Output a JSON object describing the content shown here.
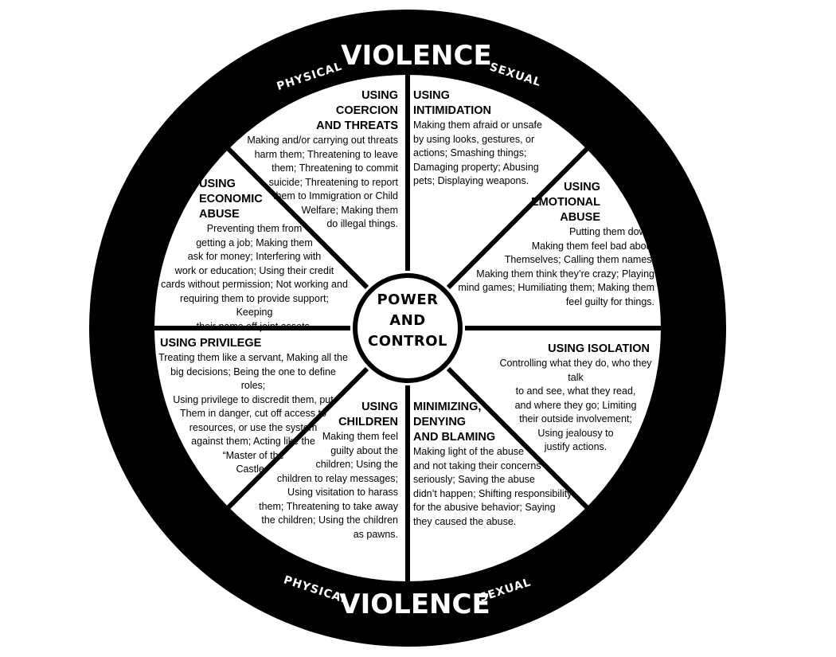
{
  "ring": {
    "top": {
      "left": "PHYSICAL",
      "center": "VIOLENCE",
      "right": "SEXUAL"
    },
    "bottom": {
      "left": "PHYSICAL",
      "center": "VIOLENCE",
      "right": "SEXUAL"
    }
  },
  "center": {
    "line1": "POWER",
    "line2": "AND",
    "line3": "CONTROL"
  },
  "segments": {
    "coercion": {
      "heading": "USING\nCOERCION\nAND THREATS",
      "body": "Making and/or carrying out threats\nharm them; Threatening to leave\nthem; Threatening to commit\nsuicide; Threatening to report\nthem to Immigration or Child\nWelfare; Making them\ndo illegal things."
    },
    "intimidation": {
      "heading": "USING\nINTIMIDATION",
      "body": "Making them afraid or unsafe\nby using looks, gestures, or\nactions; Smashing things;\nDamaging property; Abusing\npets; Displaying weapons."
    },
    "emotional": {
      "heading": "USING\nEMOTIONAL\nABUSE",
      "body": "Putting them down;\nMaking them feel bad about\nThemselves; Calling them names;\nMaking them think they’re crazy; Playing\nmind games; Humiliating them; Making them\nfeel guilty for things."
    },
    "isolation": {
      "heading": "USING ISOLATION",
      "body": "Controlling what they do, who they talk\nto and see, what they read,\nand where they go; Limiting\ntheir outside involvement;\nUsing jealousy to\njustify actions."
    },
    "minimizing": {
      "heading": "MINIMIZING,\nDENYING\nAND BLAMING",
      "body": "Making light of the abuse\nand not taking their concerns\nseriously; Saving the abuse\ndidn’t happen; Shifting responsibility\nfor the abusive behavior; Saying\nthey caused the abuse."
    },
    "children": {
      "heading": "USING\nCHILDREN",
      "body": "Making them feel\nguilty about the\nchildren; Using the\nchildren to relay messages;\nUsing visitation to harass\nthem; Threatening to take away\nthe children; Using the children\nas pawns."
    },
    "privilege": {
      "heading": "USING PRIVILEGE",
      "body": "Treating them like a servant, Making all the\nbig decisions; Being the one to define roles;\nUsing privilege to discredit them, put\nThem in danger, cut off access to\nresources, or use the system\nagainst them; Acting like the\n“Master of the\nCastle.”"
    },
    "economic": {
      "heading": "USING\nECONOMIC\nABUSE",
      "body": "Preventing them from\ngetting a job; Making them\nask for money; Interfering with\nwork or education; Using their credit\ncards without permission; Not working and\nrequiring them to provide support; Keeping\ntheir name off joint assets."
    }
  }
}
